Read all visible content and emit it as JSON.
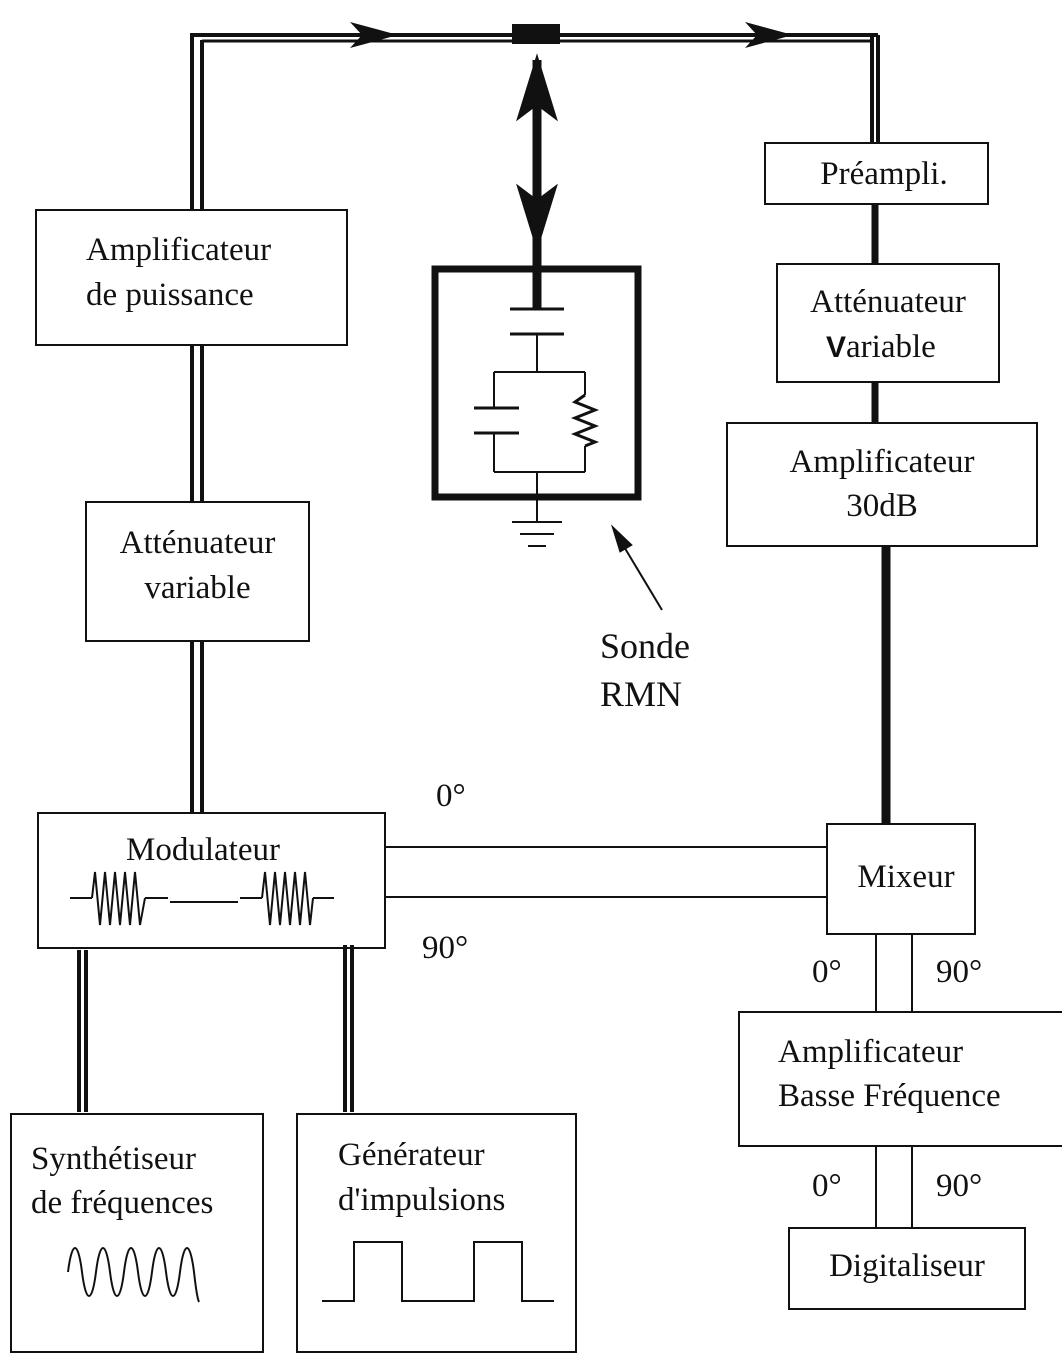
{
  "blocks": {
    "power_amp": [
      "Amplificateur",
      "de puissance"
    ],
    "tx_attenuator": [
      "Atténuateur",
      "variable"
    ],
    "modulator": "Modulateur",
    "synthesizer": [
      "Synthétiseur",
      "de fréquences"
    ],
    "pulse_generator": [
      "Générateur",
      "d'impulsions"
    ],
    "preamp": "Préampli.",
    "rx_attenuator": {
      "initial": "V",
      "line1": "Atténuateur",
      "line2_rest": "ariable"
    },
    "amp_30db": [
      "Amplificateur",
      "30dB"
    ],
    "mixer": "Mixeur",
    "lf_amp": [
      "Amplificateur",
      "Basse Fréquence"
    ],
    "digitizer": "Digitaliseur"
  },
  "probe_label": [
    "Sonde",
    "RMN"
  ],
  "phase_labels": {
    "mod_0": "0°",
    "mod_90": "90°",
    "mixer_0": "0°",
    "mixer_90": "90°",
    "lf_0": "0°",
    "lf_90": "90°"
  }
}
